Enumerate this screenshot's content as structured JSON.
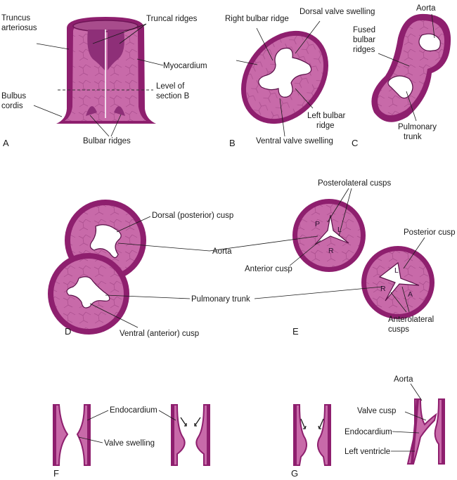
{
  "panels": {
    "A": "A",
    "B": "B",
    "C": "C",
    "D": "D",
    "E": "E",
    "F": "F",
    "G": "G"
  },
  "panel_a": {
    "truncus_line1": "Truncus",
    "truncus_line2": "arteriosus",
    "truncal_ridges": "Truncal ridges",
    "myocardium": "Myocardium",
    "level_line1": "Level of",
    "level_line2": "section B",
    "bulbus_line1": "Bulbus",
    "bulbus_line2": "cordis",
    "bulbar_ridges": "Bulbar ridges"
  },
  "panel_b": {
    "right_bulbar_ridge": "Right bulbar ridge",
    "dorsal_valve_swelling": "Dorsal valve swelling",
    "left_bulbar_line1": "Left bulbar",
    "left_bulbar_line2": "ridge",
    "ventral_valve_swelling": "Ventral valve swelling"
  },
  "panel_c": {
    "aorta": "Aorta",
    "fused_line1": "Fused",
    "fused_line2": "bulbar",
    "fused_line3": "ridges",
    "pulmonary_line1": "Pulmonary",
    "pulmonary_line2": "trunk"
  },
  "panel_d": {
    "dorsal_cusp": "Dorsal (posterior) cusp",
    "aorta": "Aorta",
    "pulmonary_trunk": "Pulmonary trunk",
    "ventral_cusp": "Ventral (anterior) cusp"
  },
  "panel_e": {
    "posterolateral_cusps": "Posterolateral cusps",
    "anterior_cusp": "Anterior cusp",
    "posterior_cusp": "Posterior cusp",
    "anterolateral_line1": "Anterolateral",
    "anterolateral_line2": "cusps",
    "cusp_p": "P",
    "cusp_l": "L",
    "cusp_r": "R",
    "cusp_l2": "L",
    "cusp_r2": "R",
    "cusp_a": "A"
  },
  "panel_f": {
    "endocardium": "Endocardium",
    "valve_swelling": "Valve swelling"
  },
  "panel_g": {
    "aorta": "Aorta",
    "valve_cusp": "Valve cusp",
    "endocardium": "Endocardium",
    "left_ventricle": "Left ventricle"
  },
  "colors": {
    "myocardium": "#8e1f6e",
    "tissue": "#c86aa9",
    "lumen": "#ffffff"
  }
}
